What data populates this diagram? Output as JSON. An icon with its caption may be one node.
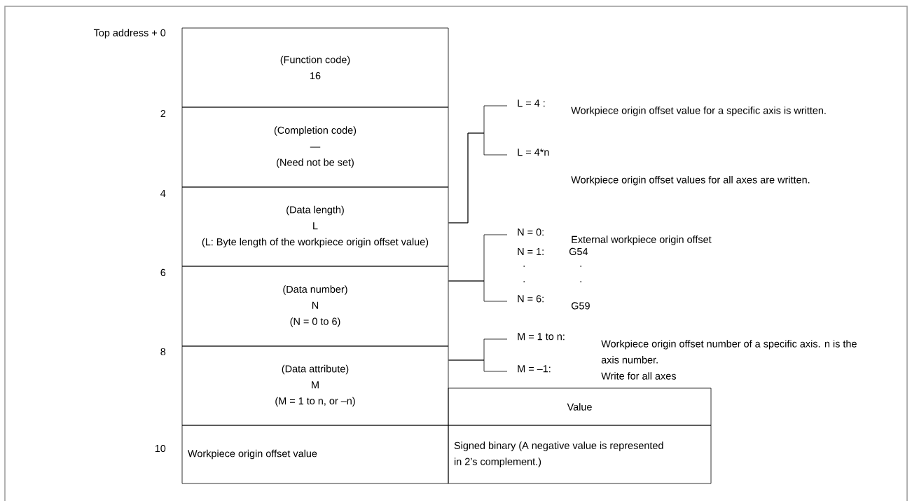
{
  "diagram": {
    "nodes": [
      {
        "text": [
          "(Function code)",
          "16"
        ]
      },
      {
        "text": [
          "(Completion code)",
          "—",
          "(Need not be set)"
        ]
      },
      {
        "text": [
          "(Data length)",
          "L",
          "(L: Byte length of the workpiece origin offset value)"
        ]
      },
      {
        "text": [
          "(Data number)",
          "N",
          "(N = 0 to 6)"
        ]
      },
      {
        "text": [
          "(Data attribute)",
          "M",
          "(M = 1 to n, or –n)"
        ]
      },
      {
        "text": [
          "Workpiece origin offset value"
        ]
      },
      {
        "text": [
          "Value"
        ]
      },
      {
        "text": [
          "Signed binary (A negative value is represented in 2’s complement.)"
        ]
      },
      {
        "text": [
          "L = 4 :",
          "Workpiece origin offset value for a specific axis is written."
        ]
      },
      {
        "text": [
          "L = 4*n",
          "Workpiece origin offset values for all axes are written."
        ]
      },
      {
        "text": [
          "N = 0:",
          "External workpiece origin offset"
        ]
      },
      {
        "text": [
          "N = 6:",
          "G59"
        ]
      },
      {
        "text": [
          "M = 1 to n:",
          "Workpiece origin offset number of a specific axis. n is the axis number."
        ]
      },
      {
        "text": [
          "M = –1:",
          "Write for all axes"
        ]
      }
    ],
    "edges": [
      {
        "from": 2,
        "to": 8,
        "arrow": "none"
      },
      {
        "from": 2,
        "to": 9,
        "arrow": "none"
      },
      {
        "from": 3,
        "to": 10,
        "arrow": "none"
      },
      {
        "from": 3,
        "to": 11,
        "arrow": "none"
      },
      {
        "from": 4,
        "to": 12,
        "arrow": "none"
      },
      {
        "from": 4,
        "to": 13,
        "arrow": "none"
      }
    ],
    "labels": [
      "Top address + 0",
      "2",
      "4",
      "N = 1:",
      "G54",
      ".",
      ".",
      "6",
      ".",
      ".",
      "8",
      "10"
    ]
  }
}
